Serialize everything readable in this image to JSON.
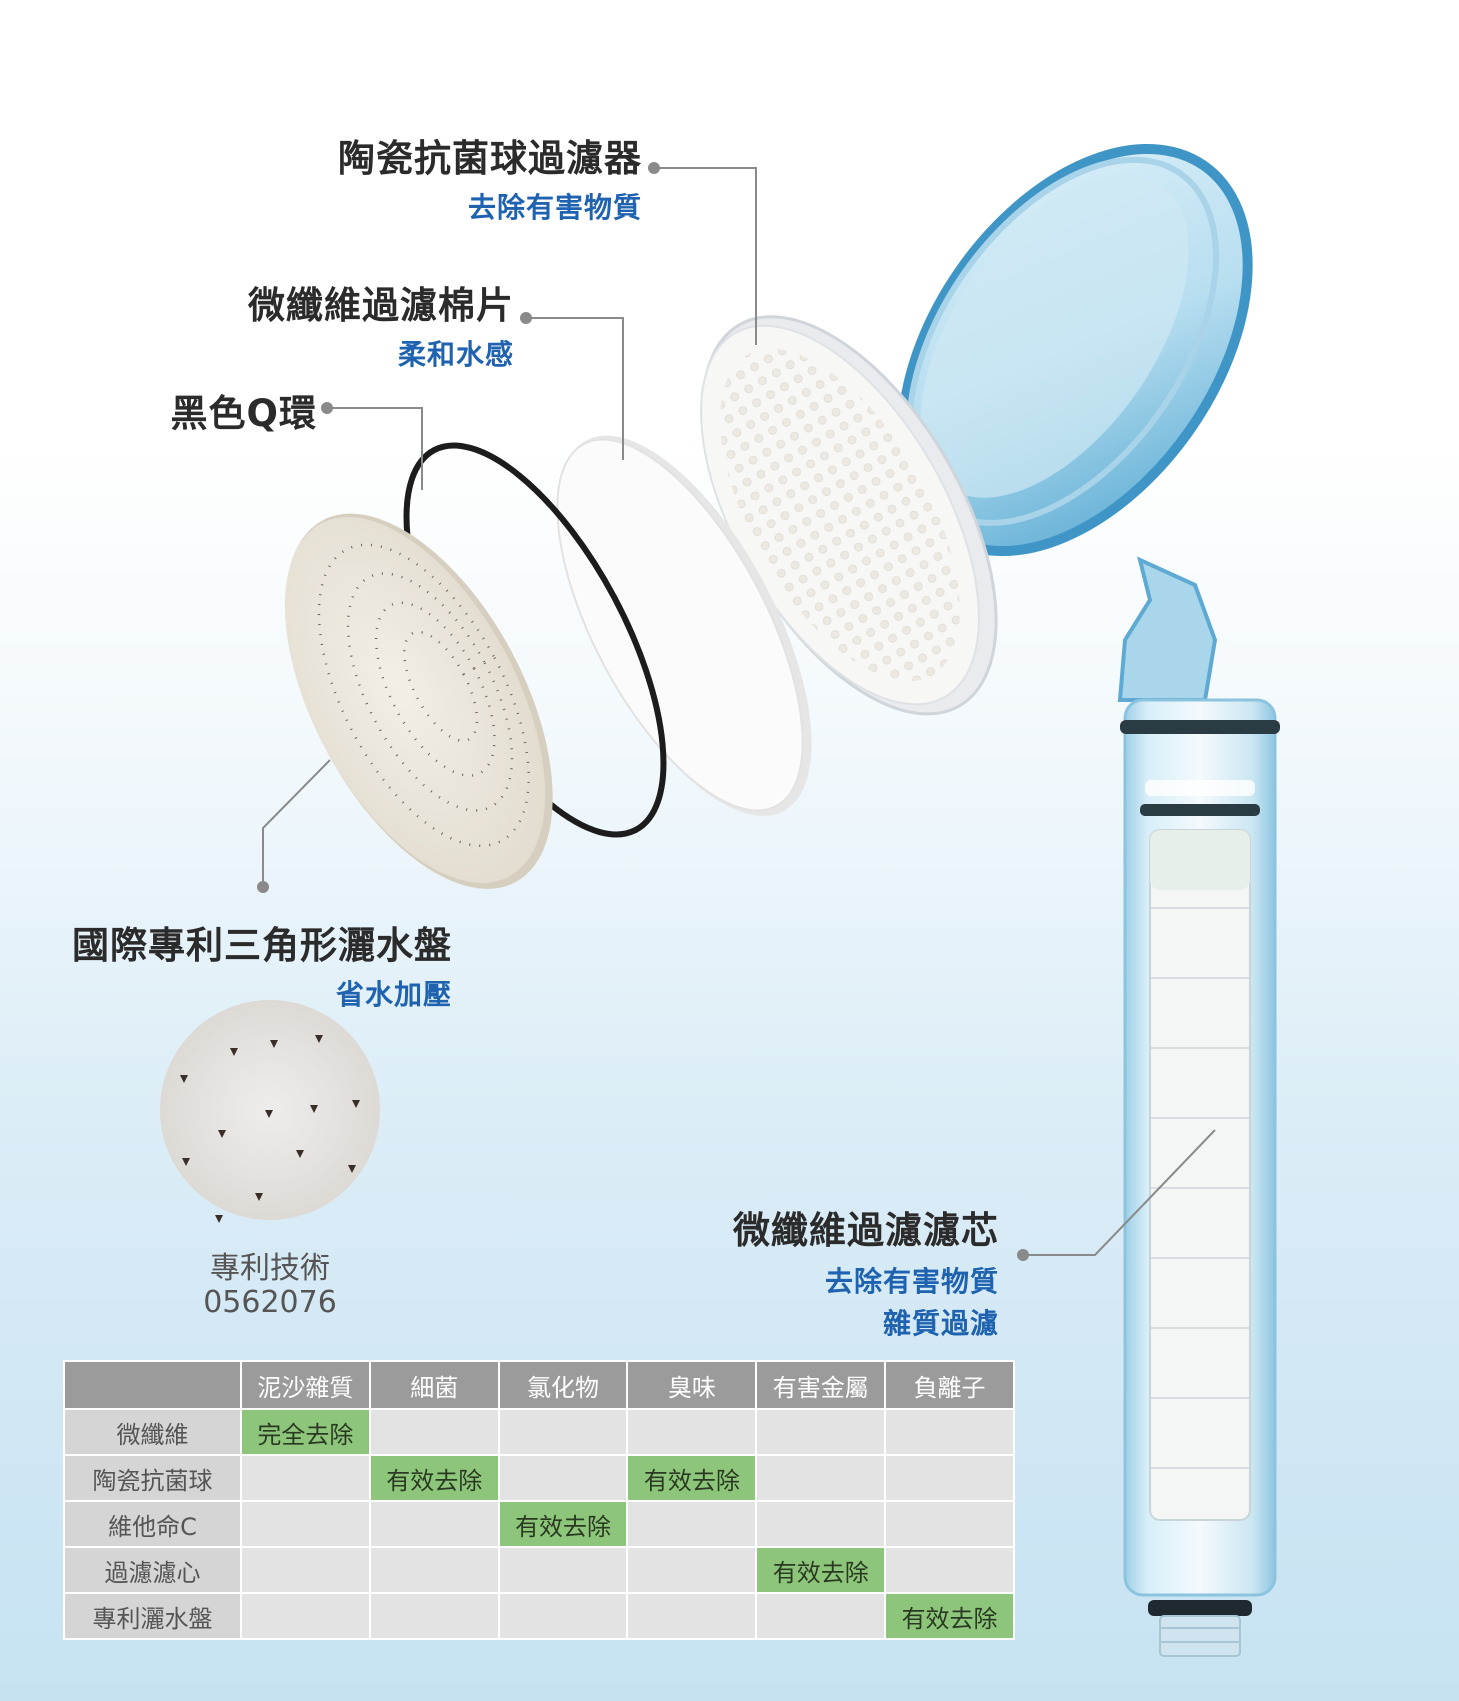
{
  "labels": {
    "ceramic_ball_filter": {
      "title": "陶瓷抗菌球過濾器",
      "sub": "去除有害物質"
    },
    "microfiber_pad": {
      "title": "微纖維過濾棉片",
      "sub": "柔和水感"
    },
    "black_o_ring": {
      "title": "黑色Q環"
    },
    "spray_plate": {
      "title": "國際專利三角形灑水盤",
      "sub": "省水加壓"
    },
    "microfiber_cartridge": {
      "title": "微纖維過濾濾芯",
      "sub1": "去除有害物質",
      "sub2": "雜質過濾"
    }
  },
  "patent": {
    "line1": "專利技術",
    "line2": "0562076"
  },
  "table": {
    "columns": [
      "",
      "泥沙雜質",
      "細菌",
      "氯化物",
      "臭味",
      "有害金屬",
      "負離子"
    ],
    "rows": [
      {
        "name": "微纖維",
        "cells": [
          "完全去除",
          "",
          "",
          "",
          "",
          ""
        ]
      },
      {
        "name": "陶瓷抗菌球",
        "cells": [
          "",
          "有效去除",
          "",
          "有效去除",
          "",
          ""
        ]
      },
      {
        "name": "維他命C",
        "cells": [
          "",
          "",
          "有效去除",
          "",
          "",
          ""
        ]
      },
      {
        "name": "過濾濾心",
        "cells": [
          "",
          "",
          "",
          "",
          "有效去除",
          ""
        ]
      },
      {
        "name": "專利灑水盤",
        "cells": [
          "",
          "",
          "",
          "",
          "",
          "有效去除"
        ]
      }
    ]
  },
  "colors": {
    "title_text": "#2b2b2b",
    "subtitle_text": "#1f63b0",
    "header_bg": "#9b9b9b",
    "highlight_cell": "#8dc67a",
    "leader_line": "#8a8a8a"
  }
}
